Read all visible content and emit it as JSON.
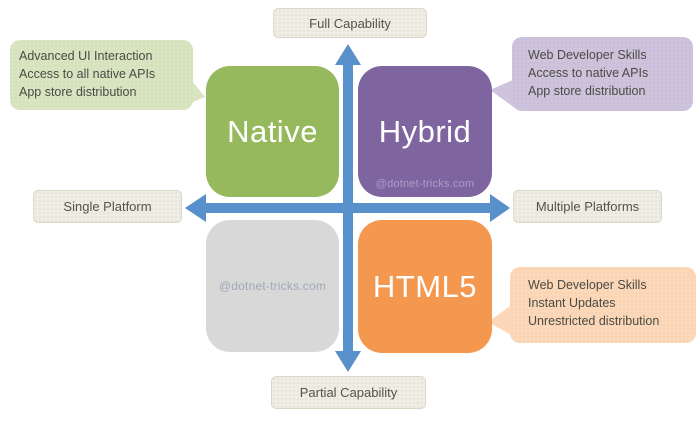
{
  "axes": {
    "top": "Full Capability",
    "bottom": "Partial Capability",
    "left": "Single Platform",
    "right": "Multiple Platforms"
  },
  "quadrants": {
    "native": {
      "label": "Native",
      "color": "#95B95C"
    },
    "hybrid": {
      "label": "Hybrid",
      "color": "#7F65A0",
      "watermark": "@dotnet-tricks.com"
    },
    "web": {
      "color": "#D8D8D8",
      "watermark": "@dotnet-tricks.com"
    },
    "html5": {
      "label": "HTML5",
      "color": "#F5984F"
    }
  },
  "callouts": {
    "native": {
      "color": "#D9E5C1",
      "lines": [
        "Advanced UI Interaction",
        "Access to all native APIs",
        "App store distribution"
      ]
    },
    "hybrid": {
      "color": "#CDC3DC",
      "lines": [
        "Web Developer Skills",
        "Access to native APIs",
        "App store distribution"
      ]
    },
    "html5": {
      "color": "#FCD8B8",
      "lines": [
        "Web Developer Skills",
        "Instant Updates",
        "Unrestricted distribution"
      ]
    }
  },
  "colors": {
    "arrow": "#5890CB",
    "label_bg": "#F0EEE4"
  }
}
